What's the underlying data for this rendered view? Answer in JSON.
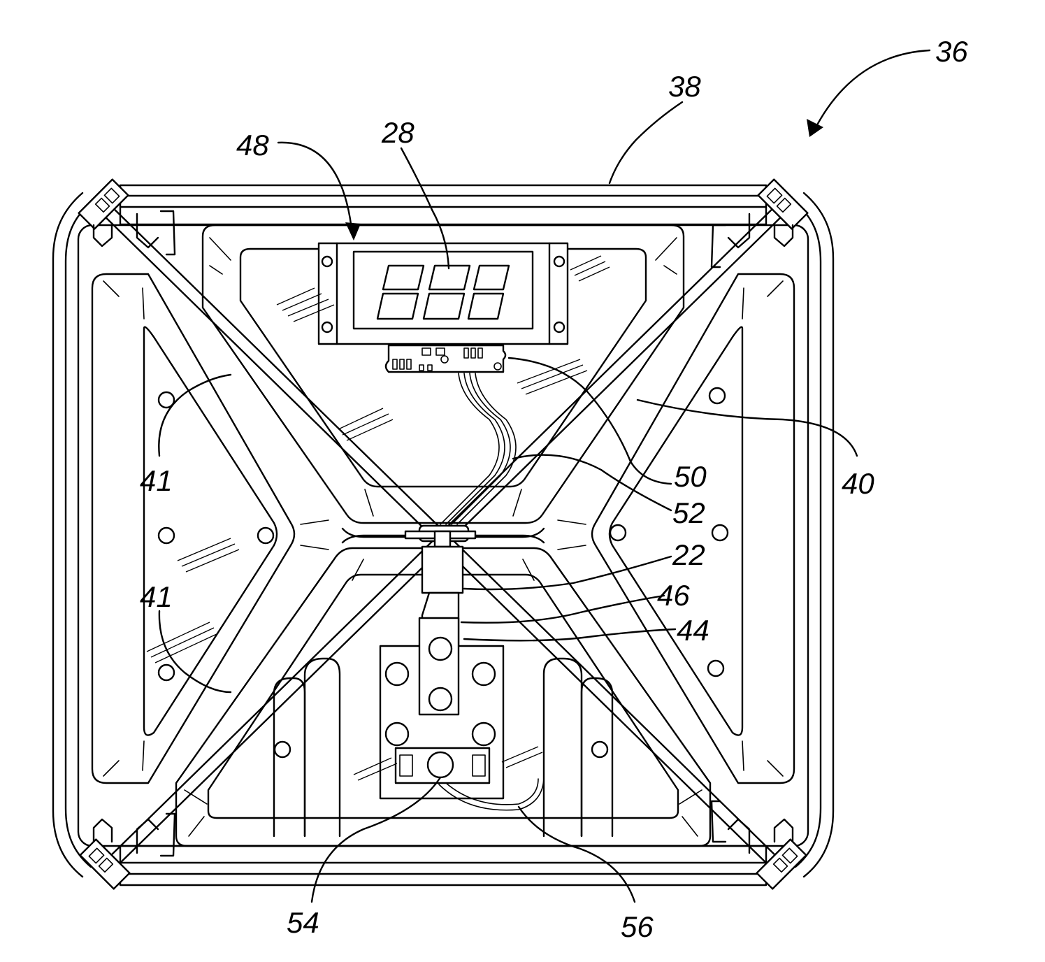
{
  "figure": {
    "reference_numerals": {
      "r36": "36",
      "r38": "38",
      "r48": "48",
      "r28": "28",
      "r41_upper": "41",
      "r41_lower": "41",
      "r50": "50",
      "r40": "40",
      "r52": "52",
      "r22": "22",
      "r46": "46",
      "r44": "44",
      "r54": "54",
      "r56": "56"
    },
    "display": {
      "segment_readout": "000"
    }
  }
}
